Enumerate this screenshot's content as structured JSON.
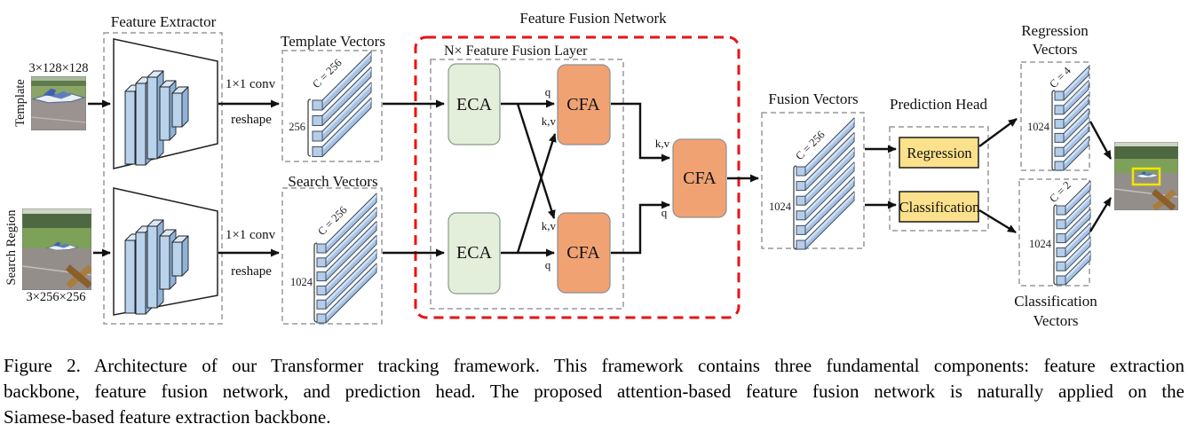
{
  "figure": {
    "caption_lines": [
      "Figure 2. Architecture of our Transformer tracking framework. This framework contains three fundamental components: feature extraction",
      "backbone, feature fusion network, and prediction head. The proposed attention-based feature fusion network is naturally applied on the",
      "Siamese-based feature extraction backbone."
    ]
  },
  "diagram": {
    "inputs": {
      "template_label": "Template",
      "template_size": "3×128×128",
      "search_label": "Search Region",
      "search_size": "3×256×256"
    },
    "feature_extractor": {
      "title": "Feature Extractor"
    },
    "conv_labels": {
      "conv": "1×1 conv",
      "reshape": "reshape"
    },
    "template_vectors": {
      "title": "Template Vectors",
      "channels": "C = 256",
      "count": "256",
      "bars": 4
    },
    "search_vectors": {
      "title": "Search Vectors",
      "channels": "C = 256",
      "count": "1024",
      "bars": 6
    },
    "fusion_network": {
      "title": "Feature Fusion Network",
      "layer_label": "N× Feature Fusion Layer",
      "eca": "ECA",
      "cfa": "CFA",
      "q": "q",
      "kv": "k,v"
    },
    "fusion_vectors": {
      "title": "Fusion Vectors",
      "channels": "C = 256",
      "count": "1024",
      "bars": 6
    },
    "prediction_head": {
      "title": "Prediction Head",
      "regression": "Regression",
      "classification": "Classification"
    },
    "regression_vectors": {
      "title_line1": "Regression",
      "title_line2": "Vectors",
      "channels": "C = 4",
      "count": "1024",
      "bars": 6
    },
    "classification_vectors": {
      "title_line1": "Classification",
      "title_line2": "Vectors",
      "channels": "C = 2",
      "count": "1024",
      "bars": 6
    },
    "colors": {
      "eca_fill": "#e3eedb",
      "cfa_fill": "#f0a273",
      "head_fill": "#fbe18c",
      "bar_fill": "#a6c3e4",
      "ffn_border": "#e81313",
      "bbox_yellow": "#f5e400"
    }
  }
}
